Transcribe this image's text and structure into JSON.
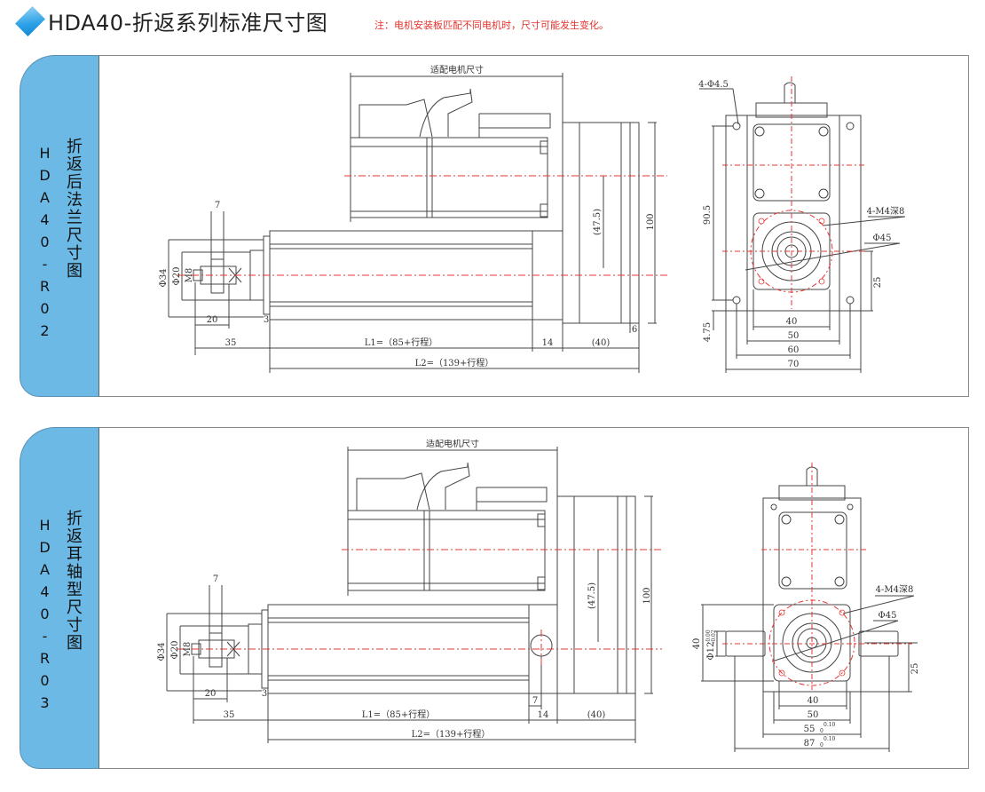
{
  "header": {
    "title": "HDA40-折返系列标准尺寸图",
    "note": "注：电机安装板匹配不同电机时，尺寸可能发生变化。",
    "diamond_icon": "diamond-icon",
    "colors": {
      "accent": "#2aa0e6",
      "note": "#e5322d",
      "tab": "#6cb9e6",
      "centerline": "#e53935"
    }
  },
  "panels": [
    {
      "name_cn": "折返后法兰尺寸图",
      "code": "HDA40-R02",
      "side_view": {
        "motor_label": "适配电机尺寸",
        "dim_7": "7",
        "dim_phi34": "Φ34",
        "dim_phi20": "Φ20",
        "dim_m8": "M8",
        "dim_20": "20",
        "dim_3": "3",
        "dim_35": "35",
        "dim_l1": "L1=（85+行程）",
        "dim_14": "14",
        "dim_40": "(40)",
        "dim_6": "6",
        "dim_l2": "L2=（139+行程）",
        "dim_47_5": "(47.5)",
        "dim_100": "100"
      },
      "end_view": {
        "holes": "4-Φ4.5",
        "m4": "4-M4深8",
        "phi45": "Φ45",
        "dim_90_5": "90.5",
        "dim_25": "25",
        "dim_4_75": "4.75",
        "dim_40": "40",
        "dim_50": "50",
        "dim_60": "60",
        "dim_70": "70"
      }
    },
    {
      "name_cn": "折返耳轴型尺寸图",
      "code": "HDA40-R03",
      "side_view": {
        "motor_label": "适配电机尺寸",
        "dim_7": "7",
        "dim_phi34": "Φ34",
        "dim_phi20": "Φ20",
        "dim_m8": "M8",
        "dim_20": "20",
        "dim_3": "3",
        "dim_7b": "7",
        "dim_35": "35",
        "dim_l1": "L1=（85+行程）",
        "dim_14": "14",
        "dim_40": "(40)",
        "dim_l2": "L2=（139+行程）",
        "dim_47_5": "(47.5)",
        "dim_100": "100"
      },
      "end_view": {
        "m4": "4-M4深8",
        "phi45": "Φ45",
        "dim_40v": "40",
        "dim_phi12": "Φ12",
        "tol_phi12_upper": "-0.00",
        "tol_phi12_lower": "-0.02",
        "dim_25": "25",
        "dim_40": "40",
        "dim_50": "50",
        "dim_55": "55",
        "tol_55_upper": "0.10",
        "tol_55_lower": "0",
        "dim_87": "87",
        "tol_87_upper": "0.10",
        "tol_87_lower": "0"
      }
    }
  ]
}
